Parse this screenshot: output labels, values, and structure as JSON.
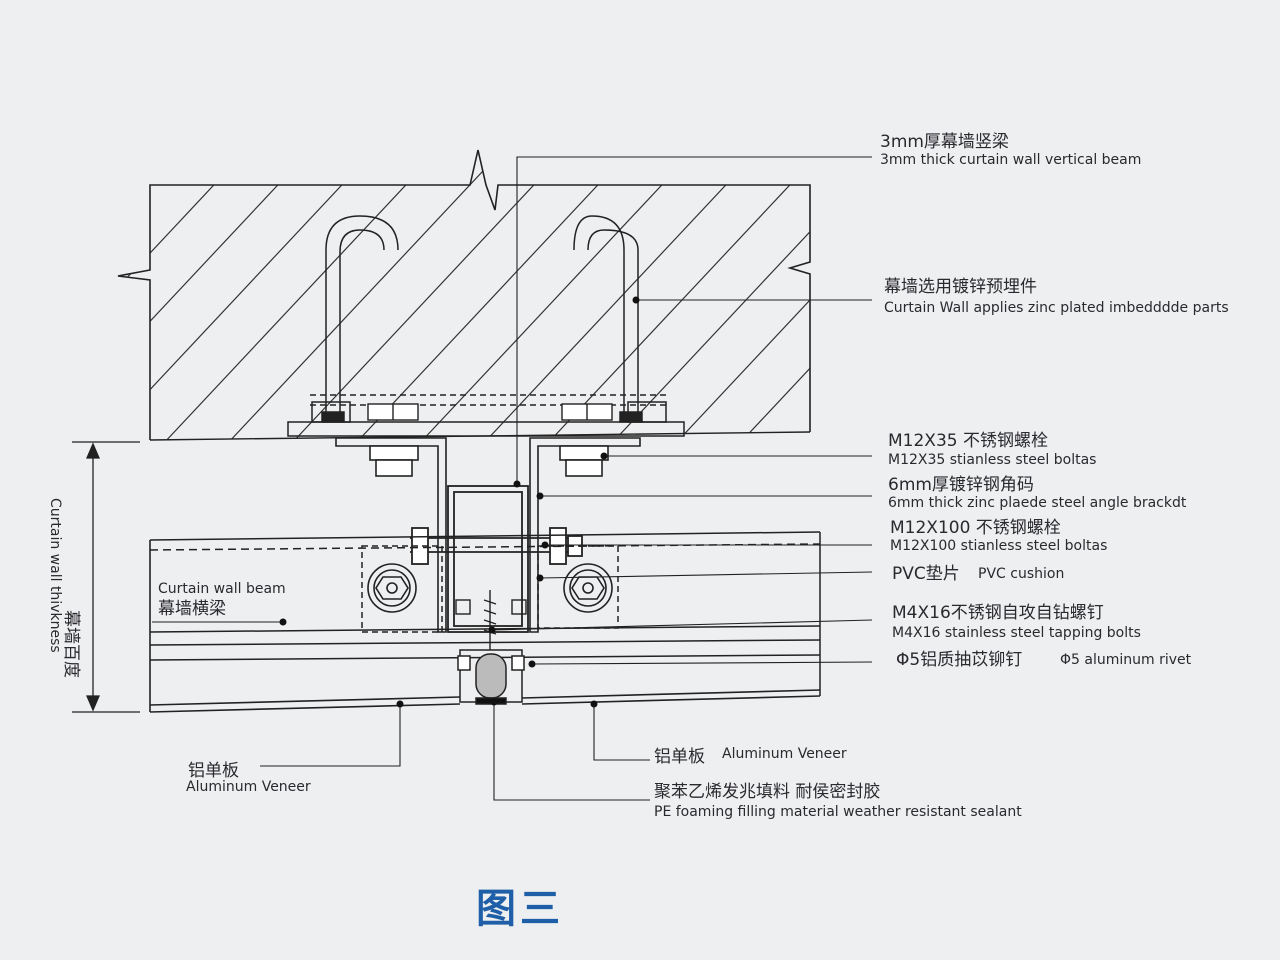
{
  "figure_title": "图三",
  "dimension": {
    "zh": "幕墙百度",
    "en": "Curtain wall thivkness"
  },
  "callouts": {
    "vertical_beam": {
      "zh": "3mm厚幕墙竖梁",
      "en": "3mm thick curtain wall vertical beam"
    },
    "embedded_parts": {
      "zh": "幕墙选用镀锌预埋件",
      "en": "Curtain Wall applies zinc plated imbedddde parts"
    },
    "bolt_m12x35": {
      "zh": "M12X35 不锈钢螺栓",
      "en": "M12X35 stianless steel boltas"
    },
    "angle_bracket": {
      "zh": "6mm厚镀锌钢角码",
      "en": "6mm thick zinc plaede steel angle brackdt"
    },
    "bolt_m12x100": {
      "zh": "M12X100 不锈钢螺栓",
      "en": "M12X100 stianless steel boltas"
    },
    "pvc_cushion": {
      "zh": "PVC垫片",
      "en": "PVC cushion"
    },
    "tapping_bolts": {
      "zh": "M4X16不锈钢自攻自钻螺钉",
      "en": "M4X16 stainless steel tapping bolts"
    },
    "rivet": {
      "zh": "Φ5铝质抽苡铆钉",
      "en": "Φ5 aluminum rivet"
    },
    "curtain_wall_beam": {
      "en": "Curtain wall beam",
      "zh": "幕墙横梁"
    },
    "veneer_left": {
      "zh": "铝单板",
      "en": "Aluminum Veneer"
    },
    "veneer_right": {
      "zh": "铝单板",
      "en": "Aluminum Veneer"
    },
    "sealant": {
      "zh": "聚苯乙烯发兆填料 耐侯密封胶",
      "en": "PE foaming filling material weather resistant sealant"
    }
  }
}
